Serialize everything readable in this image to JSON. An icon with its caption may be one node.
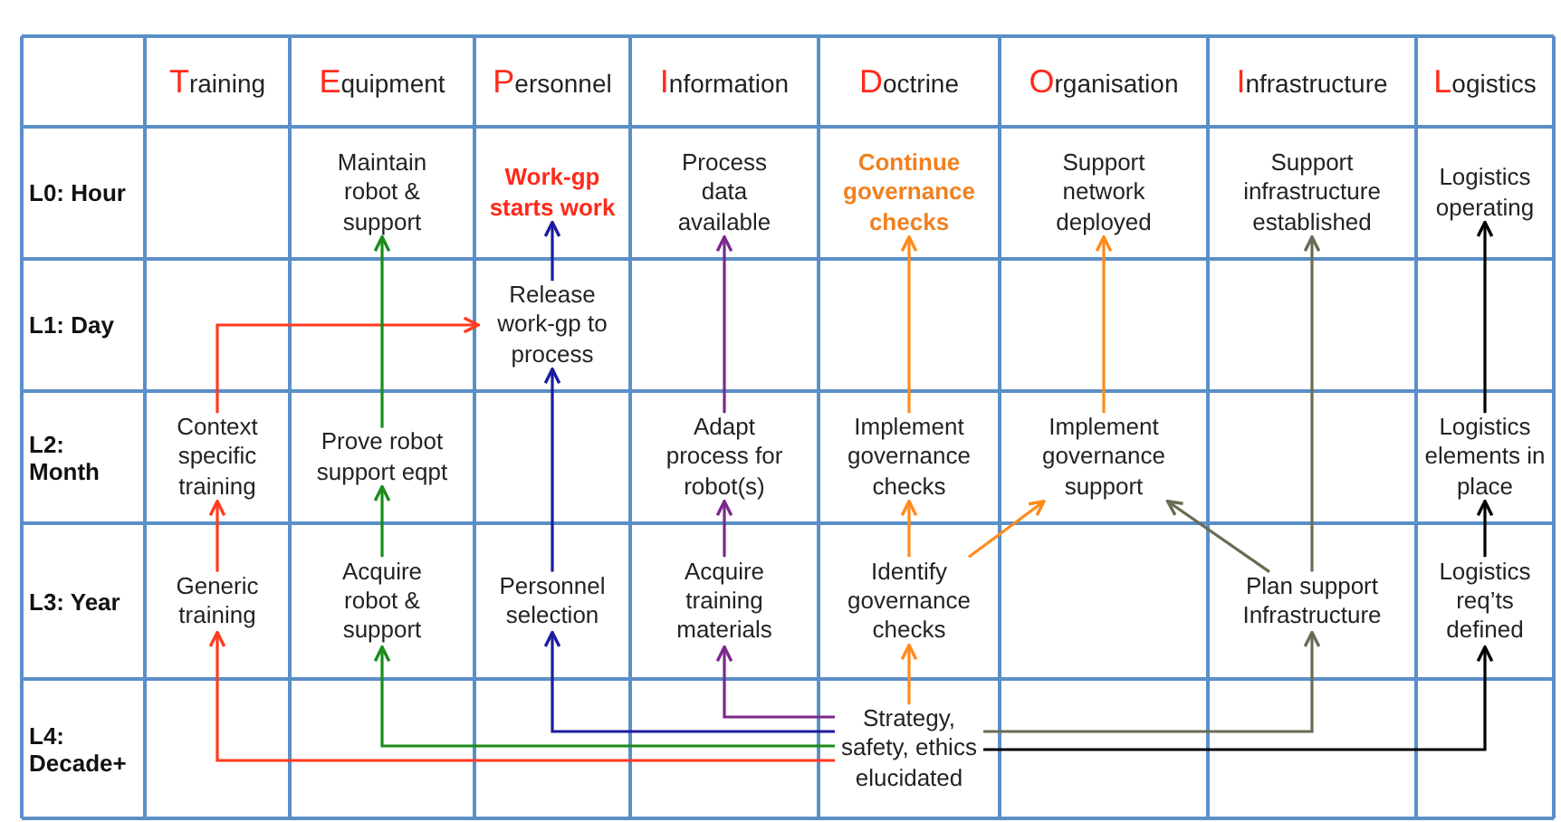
{
  "diagram": {
    "nodes": [
      {
        "text": [
          "Maintain robot & support"
        ]
      },
      {
        "text": [
          "Work-gp starts work"
        ]
      },
      {
        "text": [
          "Process data available"
        ]
      },
      {
        "text": [
          "Continue governance checks"
        ]
      },
      {
        "text": [
          "Support network deployed"
        ]
      },
      {
        "text": [
          "Support infrastructure established"
        ]
      },
      {
        "text": [
          "Logistics operating"
        ]
      },
      {
        "text": [
          "Release work-gp to process"
        ]
      },
      {
        "text": [
          "Context specific training"
        ]
      },
      {
        "text": [
          "Prove robot support eqpt"
        ]
      },
      {
        "text": [
          "Adapt process for robot(s)"
        ]
      },
      {
        "text": [
          "Implement governance checks"
        ]
      },
      {
        "text": [
          "Implement governance support"
        ]
      },
      {
        "text": [
          "Logistics elements in place"
        ]
      },
      {
        "text": [
          "Generic training"
        ]
      },
      {
        "text": [
          "Acquire robot & support"
        ]
      },
      {
        "text": [
          "Personnel selection"
        ]
      },
      {
        "text": [
          "Acquire training materials"
        ]
      },
      {
        "text": [
          "Identify governance checks"
        ]
      },
      {
        "text": [
          "Plan support Infrastructure"
        ]
      },
      {
        "text": [
          "Logistics req’ts defined"
        ]
      },
      {
        "text": [
          "Strategy, safety, ethics elucidated"
        ]
      }
    ],
    "edges": [
      {
        "from": 8,
        "to": 7,
        "arrow": "to",
        "color": "#ff3b1f"
      },
      {
        "from": 7,
        "to": 1,
        "arrow": "to",
        "color": "#1c1ca0"
      },
      {
        "from": 9,
        "to": 0,
        "arrow": "to",
        "color": "#1a8c1a"
      },
      {
        "from": 10,
        "to": 2,
        "arrow": "to",
        "color": "#7a2a8a"
      },
      {
        "from": 11,
        "to": 3,
        "arrow": "to",
        "color": "#ff8a1a"
      },
      {
        "from": 12,
        "to": 4,
        "arrow": "to",
        "color": "#ff8a1a"
      },
      {
        "from": 19,
        "to": 5,
        "arrow": "to",
        "color": "#6b6b55"
      },
      {
        "from": 13,
        "to": 6,
        "arrow": "to",
        "color": "#000000"
      },
      {
        "from": 14,
        "to": 8,
        "arrow": "to",
        "color": "#ff3b1f"
      },
      {
        "from": 15,
        "to": 9,
        "arrow": "to",
        "color": "#1a8c1a"
      },
      {
        "from": 16,
        "to": 7,
        "arrow": "to",
        "color": "#1c1ca0"
      },
      {
        "from": 17,
        "to": 10,
        "arrow": "to",
        "color": "#7a2a8a"
      },
      {
        "from": 18,
        "to": 11,
        "arrow": "to",
        "color": "#ff8a1a"
      },
      {
        "from": 18,
        "to": 12,
        "arrow": "to",
        "color": "#ff8a1a"
      },
      {
        "from": 19,
        "to": 12,
        "arrow": "to",
        "color": "#6b6b55"
      },
      {
        "from": 20,
        "to": 13,
        "arrow": "to",
        "color": "#000000"
      },
      {
        "from": 21,
        "to": 14,
        "arrow": "to",
        "color": "#ff3b1f"
      },
      {
        "from": 21,
        "to": 15,
        "arrow": "to",
        "color": "#1a8c1a"
      },
      {
        "from": 21,
        "to": 16,
        "arrow": "to",
        "color": "#1c1ca0"
      },
      {
        "from": 21,
        "to": 17,
        "arrow": "to",
        "color": "#7a2a8a"
      },
      {
        "from": 21,
        "to": 18,
        "arrow": "to",
        "color": "#ff8a1a"
      },
      {
        "from": 21,
        "to": 19,
        "arrow": "to",
        "color": "#6b6b55"
      },
      {
        "from": 21,
        "to": 20,
        "arrow": "to",
        "color": "#000000"
      }
    ],
    "labels": [
      "Training",
      "Equipment",
      "Personnel",
      "Information",
      "Doctrine",
      "Organisation",
      "Infrastructure",
      "Logistics",
      "L0: Hour",
      "L1: Day",
      "L2: Month",
      "L3: Year",
      "L4: Decade+"
    ]
  }
}
